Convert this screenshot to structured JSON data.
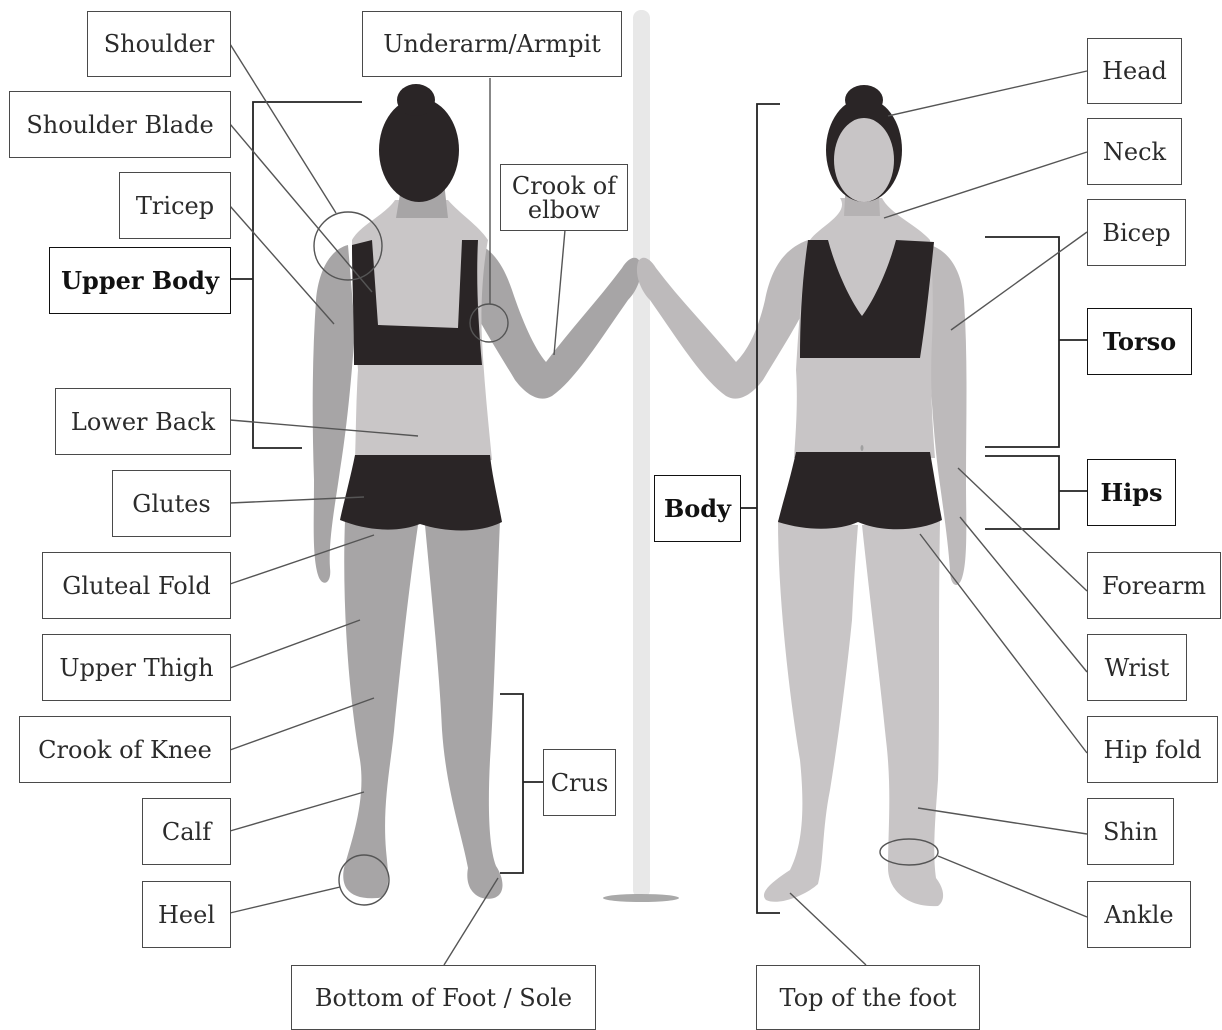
{
  "labels": {
    "shoulder": "Shoulder",
    "underarm": "Underarm/Armpit",
    "shoulder_blade": "Shoulder Blade",
    "tricep": "Tricep",
    "crook_of_elbow_1": "Crook of",
    "crook_of_elbow_2": "elbow",
    "upper_body": "Upper Body",
    "lower_back": "Lower Back",
    "glutes": "Glutes",
    "gluteal_fold": "Gluteal Fold",
    "upper_thigh": "Upper Thigh",
    "crook_of_knee": "Crook of Knee",
    "crus": "Crus",
    "calf": "Calf",
    "heel": "Heel",
    "bottom_of_foot": "Bottom of Foot / Sole",
    "head": "Head",
    "neck": "Neck",
    "bicep": "Bicep",
    "torso": "Torso",
    "body": "Body",
    "hips": "Hips",
    "forearm": "Forearm",
    "wrist": "Wrist",
    "hip_fold": "Hip fold",
    "shin": "Shin",
    "ankle": "Ankle",
    "top_of_foot": "Top of the foot"
  },
  "colors": {
    "back_skin": "#a7a5a6",
    "back_torso": "#c9c6c7",
    "front_skin": "#c8c5c6",
    "front_limbs": "#bdbabb",
    "clothing": "#2a2526",
    "hair": "#2a2526",
    "pole": "#e8e8e8",
    "leader": "#555555"
  }
}
